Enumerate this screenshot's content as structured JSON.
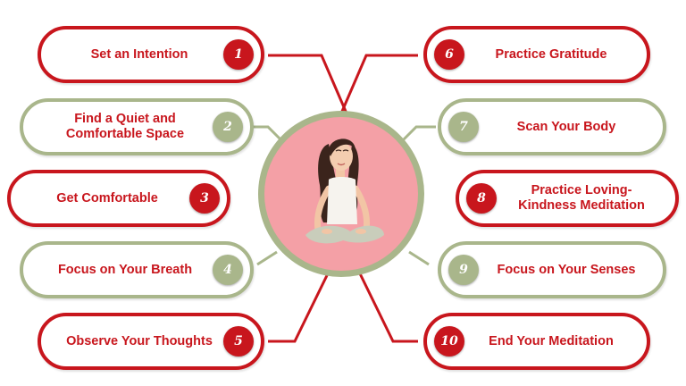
{
  "colors": {
    "red": "#c8161d",
    "green": "#a9b68b",
    "center_bg": "#f4a0a6"
  },
  "center": {
    "illustration": "woman-meditating-lotus-pose-icon"
  },
  "steps": [
    {
      "number": "1",
      "label": "Set an Intention",
      "color": "red"
    },
    {
      "number": "2",
      "label": "Find a Quiet and Comfortable Space",
      "color": "green"
    },
    {
      "number": "3",
      "label": "Get Comfortable",
      "color": "red"
    },
    {
      "number": "4",
      "label": "Focus on Your Breath",
      "color": "green"
    },
    {
      "number": "5",
      "label": "Observe Your Thoughts",
      "color": "red"
    },
    {
      "number": "6",
      "label": "Practice Gratitude",
      "color": "red"
    },
    {
      "number": "7",
      "label": "Scan Your Body",
      "color": "green"
    },
    {
      "number": "8",
      "label": "Practice Loving-Kindness Meditation",
      "color": "red"
    },
    {
      "number": "9",
      "label": "Focus on Your Senses",
      "color": "green"
    },
    {
      "number": "10",
      "label": "End Your Meditation",
      "color": "red"
    }
  ]
}
